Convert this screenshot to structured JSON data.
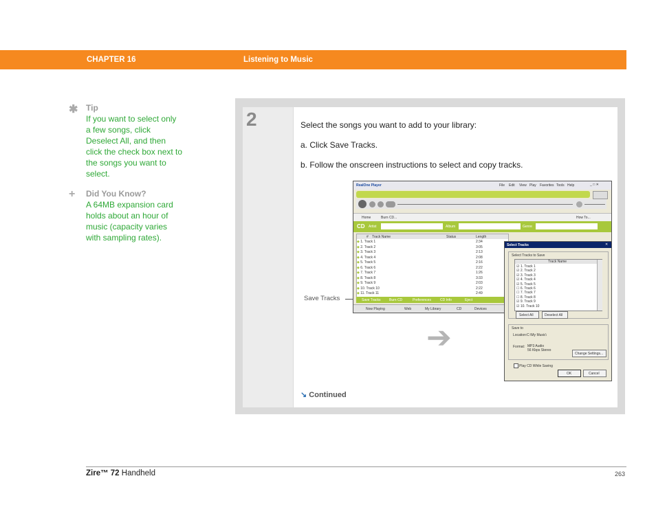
{
  "header": {
    "chapter": "CHAPTER 16",
    "title": "Listening to Music"
  },
  "sidebar": {
    "tip": {
      "icon": "asterisk-icon",
      "title": "Tip",
      "lines": [
        "If you want to select only",
        "a few songs, click",
        "Deselect All, and then",
        "click the check box next to",
        "the songs you want to",
        "select."
      ]
    },
    "did_you_know": {
      "icon": "plus-icon",
      "title": "Did You Know?",
      "lines": [
        "A 64MB expansion card",
        "holds about an hour of",
        "music (capacity varies",
        "with sampling rates)."
      ]
    }
  },
  "step": {
    "number": "2",
    "intro": "Select the songs you want to add to your library:",
    "a": "a.  Click Save Tracks.",
    "b": "b.  Follow the onscreen instructions to select and copy tracks.",
    "callout": "Save Tracks",
    "continued": "Continued"
  },
  "screenshot": {
    "app_title": "RealOne Player",
    "menu": [
      "File",
      "Edit",
      "View",
      "Play",
      "Favorites",
      "Tools",
      "Help"
    ],
    "nav": [
      "Home",
      "Burn CD...",
      "How To..."
    ],
    "cd_fields": [
      "Artist",
      "Album",
      "Genre"
    ],
    "cd_label": "CD",
    "track_cols": [
      "#",
      "Track Name",
      "Status",
      "Length"
    ],
    "tracks": [
      {
        "name": "1.  Track 1",
        "len": "2:34"
      },
      {
        "name": "2.  Track 2",
        "len": "3:05"
      },
      {
        "name": "3.  Track 3",
        "len": "2:13"
      },
      {
        "name": "4.  Track 4",
        "len": "2:08"
      },
      {
        "name": "5.  Track 5",
        "len": "2:16"
      },
      {
        "name": "6.  Track 6",
        "len": "2:22"
      },
      {
        "name": "7.  Track 7",
        "len": "1:26"
      },
      {
        "name": "8.  Track 8",
        "len": "3:33"
      },
      {
        "name": "9.  Track 9",
        "len": "2:03"
      },
      {
        "name": "10.  Track 10",
        "len": "2:22"
      },
      {
        "name": "11.  Track 11",
        "len": "2:49"
      }
    ],
    "toolbar": [
      "Save Tracks",
      "Burn CD",
      "Preferences",
      "CD Info",
      "Eject"
    ],
    "bottom_tabs": [
      "Now Playing",
      "Web",
      "My Library",
      "CD",
      "Devices"
    ],
    "dialog": {
      "title": "Select Tracks",
      "group1": "Select Tracks to Save",
      "col": "Track Name",
      "items": [
        {
          "label": "1. Track 1",
          "checked": true
        },
        {
          "label": "2. Track 2",
          "checked": true
        },
        {
          "label": "3. Track 3",
          "checked": true
        },
        {
          "label": "4. Track 4",
          "checked": true
        },
        {
          "label": "5. Track 5",
          "checked": true
        },
        {
          "label": "6. Track 6",
          "checked": false
        },
        {
          "label": "7. Track 7",
          "checked": false
        },
        {
          "label": "8. Track 8",
          "checked": false
        },
        {
          "label": "9. Track 9",
          "checked": true
        },
        {
          "label": "10. Track 10",
          "checked": true
        }
      ],
      "select_all": "Select All",
      "deselect_all": "Deselect All",
      "save_to": "Save to",
      "location_label": "Location:",
      "location": "C:\\My Music\\",
      "format_label": "Format:",
      "format_1": "MP3 Audio",
      "format_2": "56 Kbps Stereo",
      "change_settings": "Change Settings...",
      "play_cd": "Play CD While Saving",
      "ok": "OK",
      "cancel": "Cancel"
    }
  },
  "footer": {
    "product": "Zire™ 72",
    "product_suffix": " Handheld",
    "page": "263"
  },
  "colors": {
    "accent": "#f6891f",
    "green": "#2ea836",
    "lime": "#c2d84c"
  }
}
